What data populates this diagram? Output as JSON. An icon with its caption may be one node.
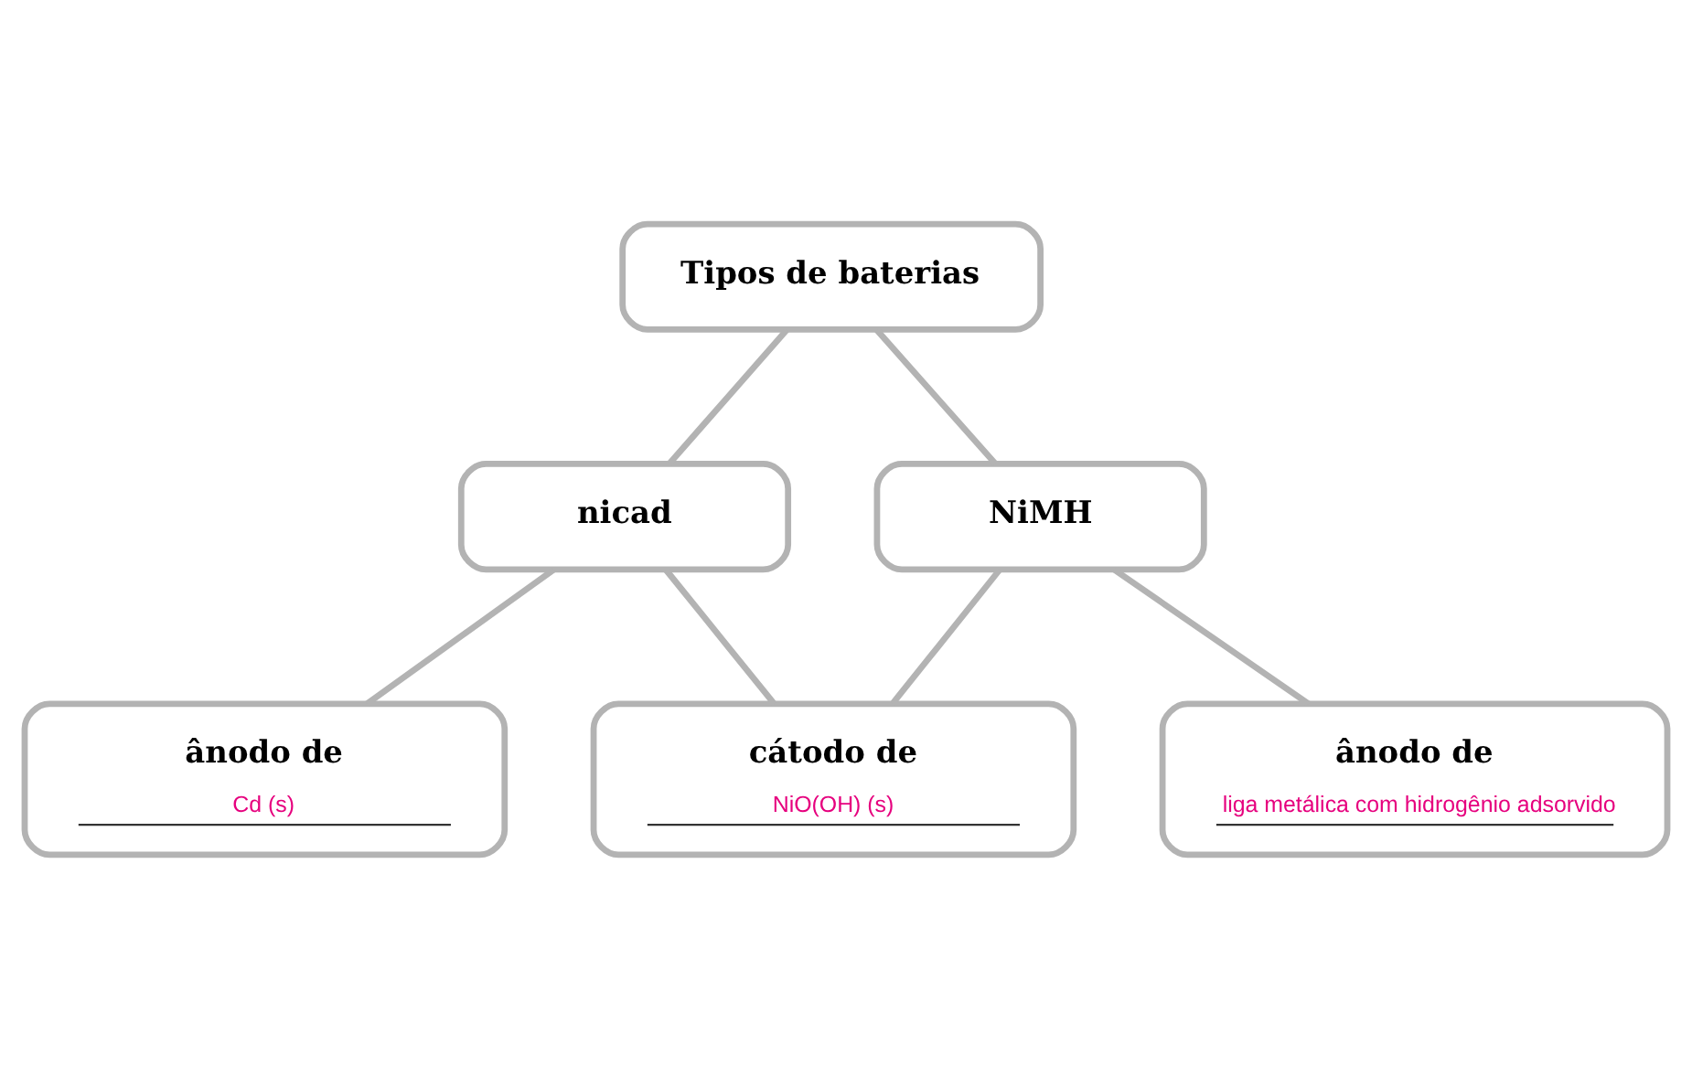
{
  "diagram": {
    "nodes": [
      {
        "text": [
          "Tipos de baterias"
        ]
      },
      {
        "text": [
          "nicad"
        ]
      },
      {
        "text": [
          "NiMH"
        ]
      },
      {
        "text": [
          "ânodo de",
          "Cd (s)"
        ]
      },
      {
        "text": [
          "cátodo de",
          "NiO(OH) (s)"
        ]
      },
      {
        "text": [
          "ânodo de",
          "liga metálica com hidrogênio adsorvido"
        ]
      }
    ],
    "edges": [
      {
        "from": 0,
        "to": 1,
        "arrow": "none"
      },
      {
        "from": 0,
        "to": 2,
        "arrow": "none"
      },
      {
        "from": 1,
        "to": 3,
        "arrow": "none"
      },
      {
        "from": 1,
        "to": 4,
        "arrow": "none"
      },
      {
        "from": 2,
        "to": 4,
        "arrow": "none"
      },
      {
        "from": 2,
        "to": 5,
        "arrow": "none"
      }
    ]
  }
}
